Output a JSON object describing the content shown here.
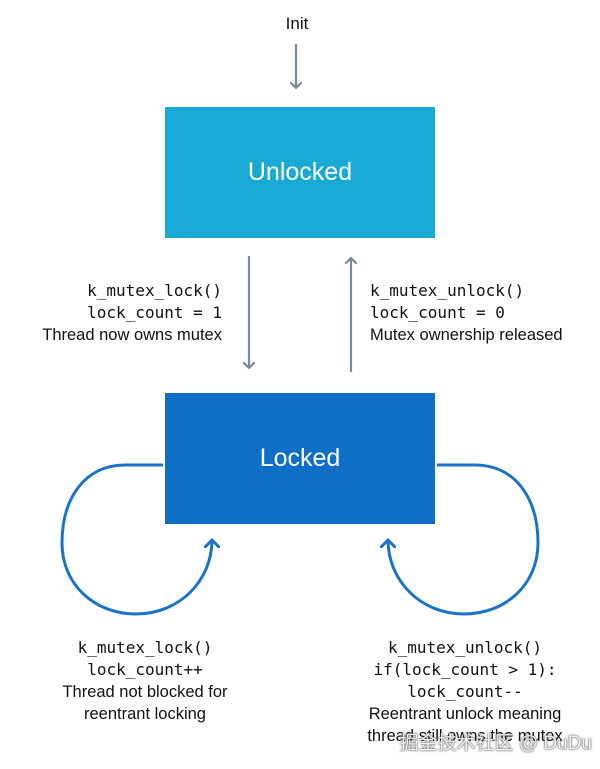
{
  "init_label": "Init",
  "states": {
    "unlocked": "Unlocked",
    "locked": "Locked"
  },
  "transitions": {
    "lock": {
      "code_line1": "k_mutex_lock()",
      "code_line2": "lock_count = 1",
      "text_line1": "Thread now owns mutex"
    },
    "unlock": {
      "code_line1": "k_mutex_unlock()",
      "code_line2": "lock_count = 0",
      "text_line1": "Mutex ownership released"
    },
    "reentrant_lock": {
      "code_line1": "k_mutex_lock()",
      "code_line2": "lock_count++",
      "text_line1": "Thread not blocked for",
      "text_line2": "reentrant locking"
    },
    "reentrant_unlock": {
      "code_line1": "k_mutex_unlock()",
      "code_line2": "if(lock_count > 1):",
      "code_line3": "lock_count--",
      "text_line1": "Reentrant unlock meaning",
      "text_line2": "thread still owns the mutex"
    }
  },
  "watermark": "掘金技术社区 @ DuDu",
  "colors": {
    "unlocked_fill": "#18a9d4",
    "locked_fill": "#0f6fc6",
    "arrow_gray": "#7a8a99",
    "loop_blue": "#1a73c9"
  }
}
